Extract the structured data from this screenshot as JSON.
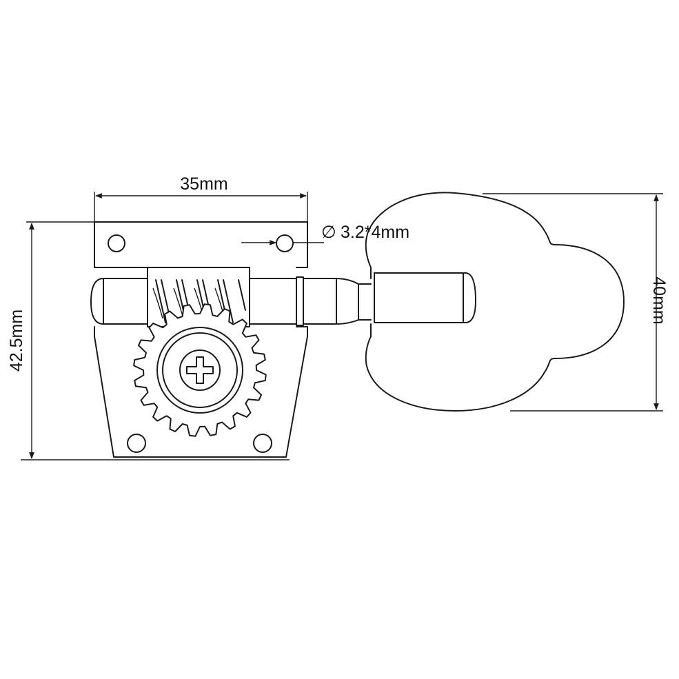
{
  "dimensions": {
    "width_label": "35mm",
    "hole_label": "3.2*4mm",
    "hole_symbol": "∅",
    "height_label": "42.5mm",
    "button_label": "40mm"
  },
  "colors": {
    "line": "#1a1a1a",
    "background": "#ffffff"
  }
}
